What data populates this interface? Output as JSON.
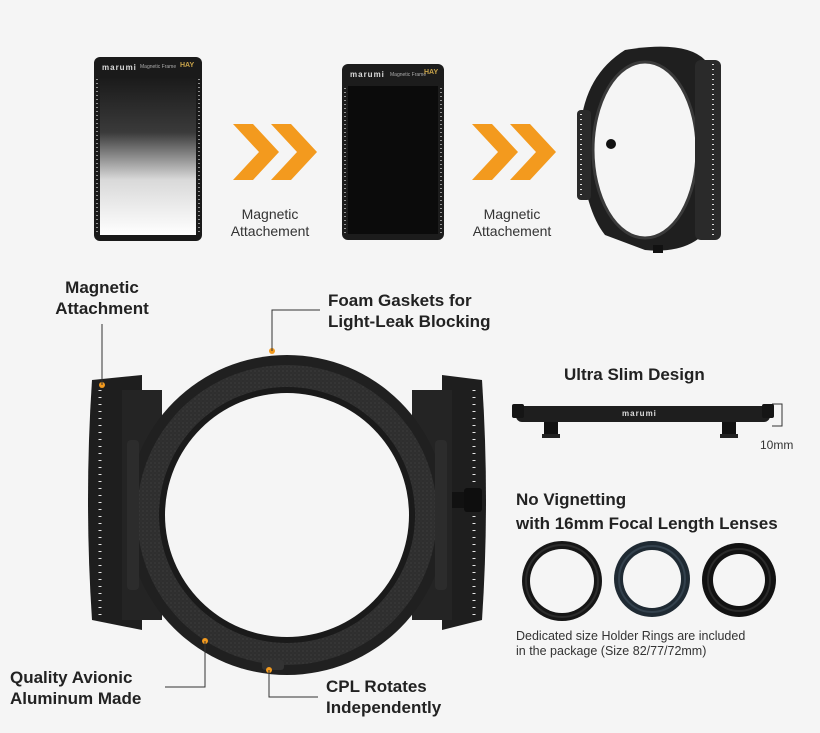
{
  "top_row": {
    "filter_gnd": {
      "brand": "marumi",
      "model": "Magnetic Frame",
      "badge": "HAY"
    },
    "filter_nd": {
      "brand": "marumi",
      "model": "Magnetic Frame",
      "badge": "HAY"
    },
    "step1_label": [
      "Magnetic",
      "Attachement"
    ],
    "step2_label": [
      "Magnetic",
      "Attachement"
    ]
  },
  "callouts": {
    "magnetic_attachment": [
      "Magnetic",
      "Attachment"
    ],
    "foam_gaskets": [
      "Foam Gaskets for",
      "Light-Leak Blocking"
    ],
    "quality_aluminum": [
      "Quality Avionic",
      "Aluminum Made"
    ],
    "cpl_rotates": [
      "CPL Rotates",
      "Independently"
    ]
  },
  "slim": {
    "title": "Ultra Slim Design",
    "brand": "marumi",
    "dimension": "10mm"
  },
  "vignetting": {
    "title": [
      "No Vignetting",
      "with 16mm Focal Length Lenses"
    ],
    "note": [
      "Dedicated size Holder Rings are included",
      "in the package (Size 82/77/72mm)"
    ]
  },
  "colors": {
    "accent_orange": "#f39a1e",
    "background": "#f5f5f5",
    "frame_dark": "#1c1c1c"
  },
  "icons": [
    "double-chevron-right-icon",
    "double-chevron-right-icon"
  ]
}
